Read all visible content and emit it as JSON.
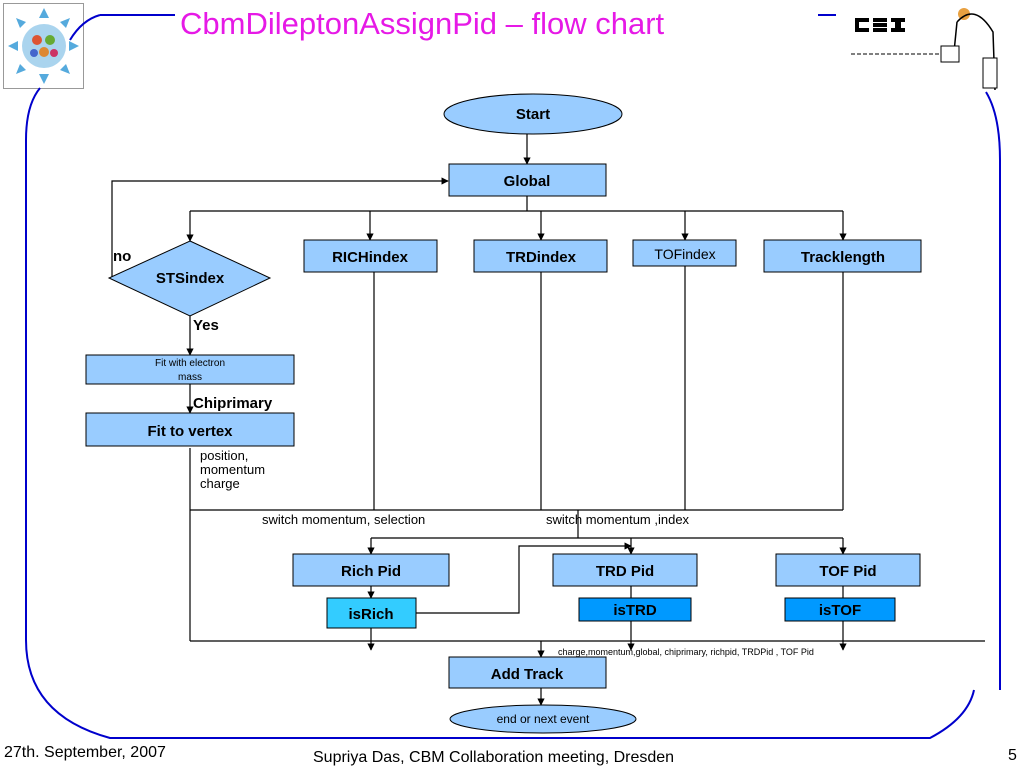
{
  "slide": {
    "title": "CbmDileptonAssignPid – flow chart",
    "footer_date": "27th. September, 2007",
    "footer_author": "Supriya Das, CBM Collaboration meeting, Dresden",
    "page_number": "5"
  },
  "logos": {
    "left": "cbm-logo",
    "right": {
      "text": "GSI",
      "icon": "gsi-logo"
    }
  },
  "nodes": {
    "start": "Start",
    "global": "Global",
    "stsindex": "STSindex",
    "richindex": "RICHindex",
    "trdindex": "TRDindex",
    "tofindex": "TOFindex",
    "tracklength": "Tracklength",
    "fit_electron_1": "Fit with electron",
    "fit_electron_2": "mass",
    "fit_vertex": "Fit to vertex",
    "rich_pid": "Rich Pid",
    "trd_pid": "TRD Pid",
    "tof_pid": "TOF Pid",
    "is_rich": "isRich",
    "is_trd": "isTRD",
    "is_tof": "isTOF",
    "add_track": "Add Track",
    "end": "end or next event"
  },
  "edge_labels": {
    "no": "no",
    "yes": "Yes",
    "chiprimary": "Chiprimary",
    "pos_1": "position,",
    "pos_2": "momentum",
    "pos_3": "charge",
    "switch_1": "switch momentum, selection",
    "switch_2": "switch momentum ,index",
    "bottom_params": "charge,momentum,global, chiprimary, richpid, TRDPid , TOF Pid"
  },
  "colors": {
    "title": "#e619e6",
    "box_fill": "#99ccff",
    "dark_box": "#0099ff",
    "cyan_box": "#33ccff",
    "frame": "#0000cc"
  }
}
